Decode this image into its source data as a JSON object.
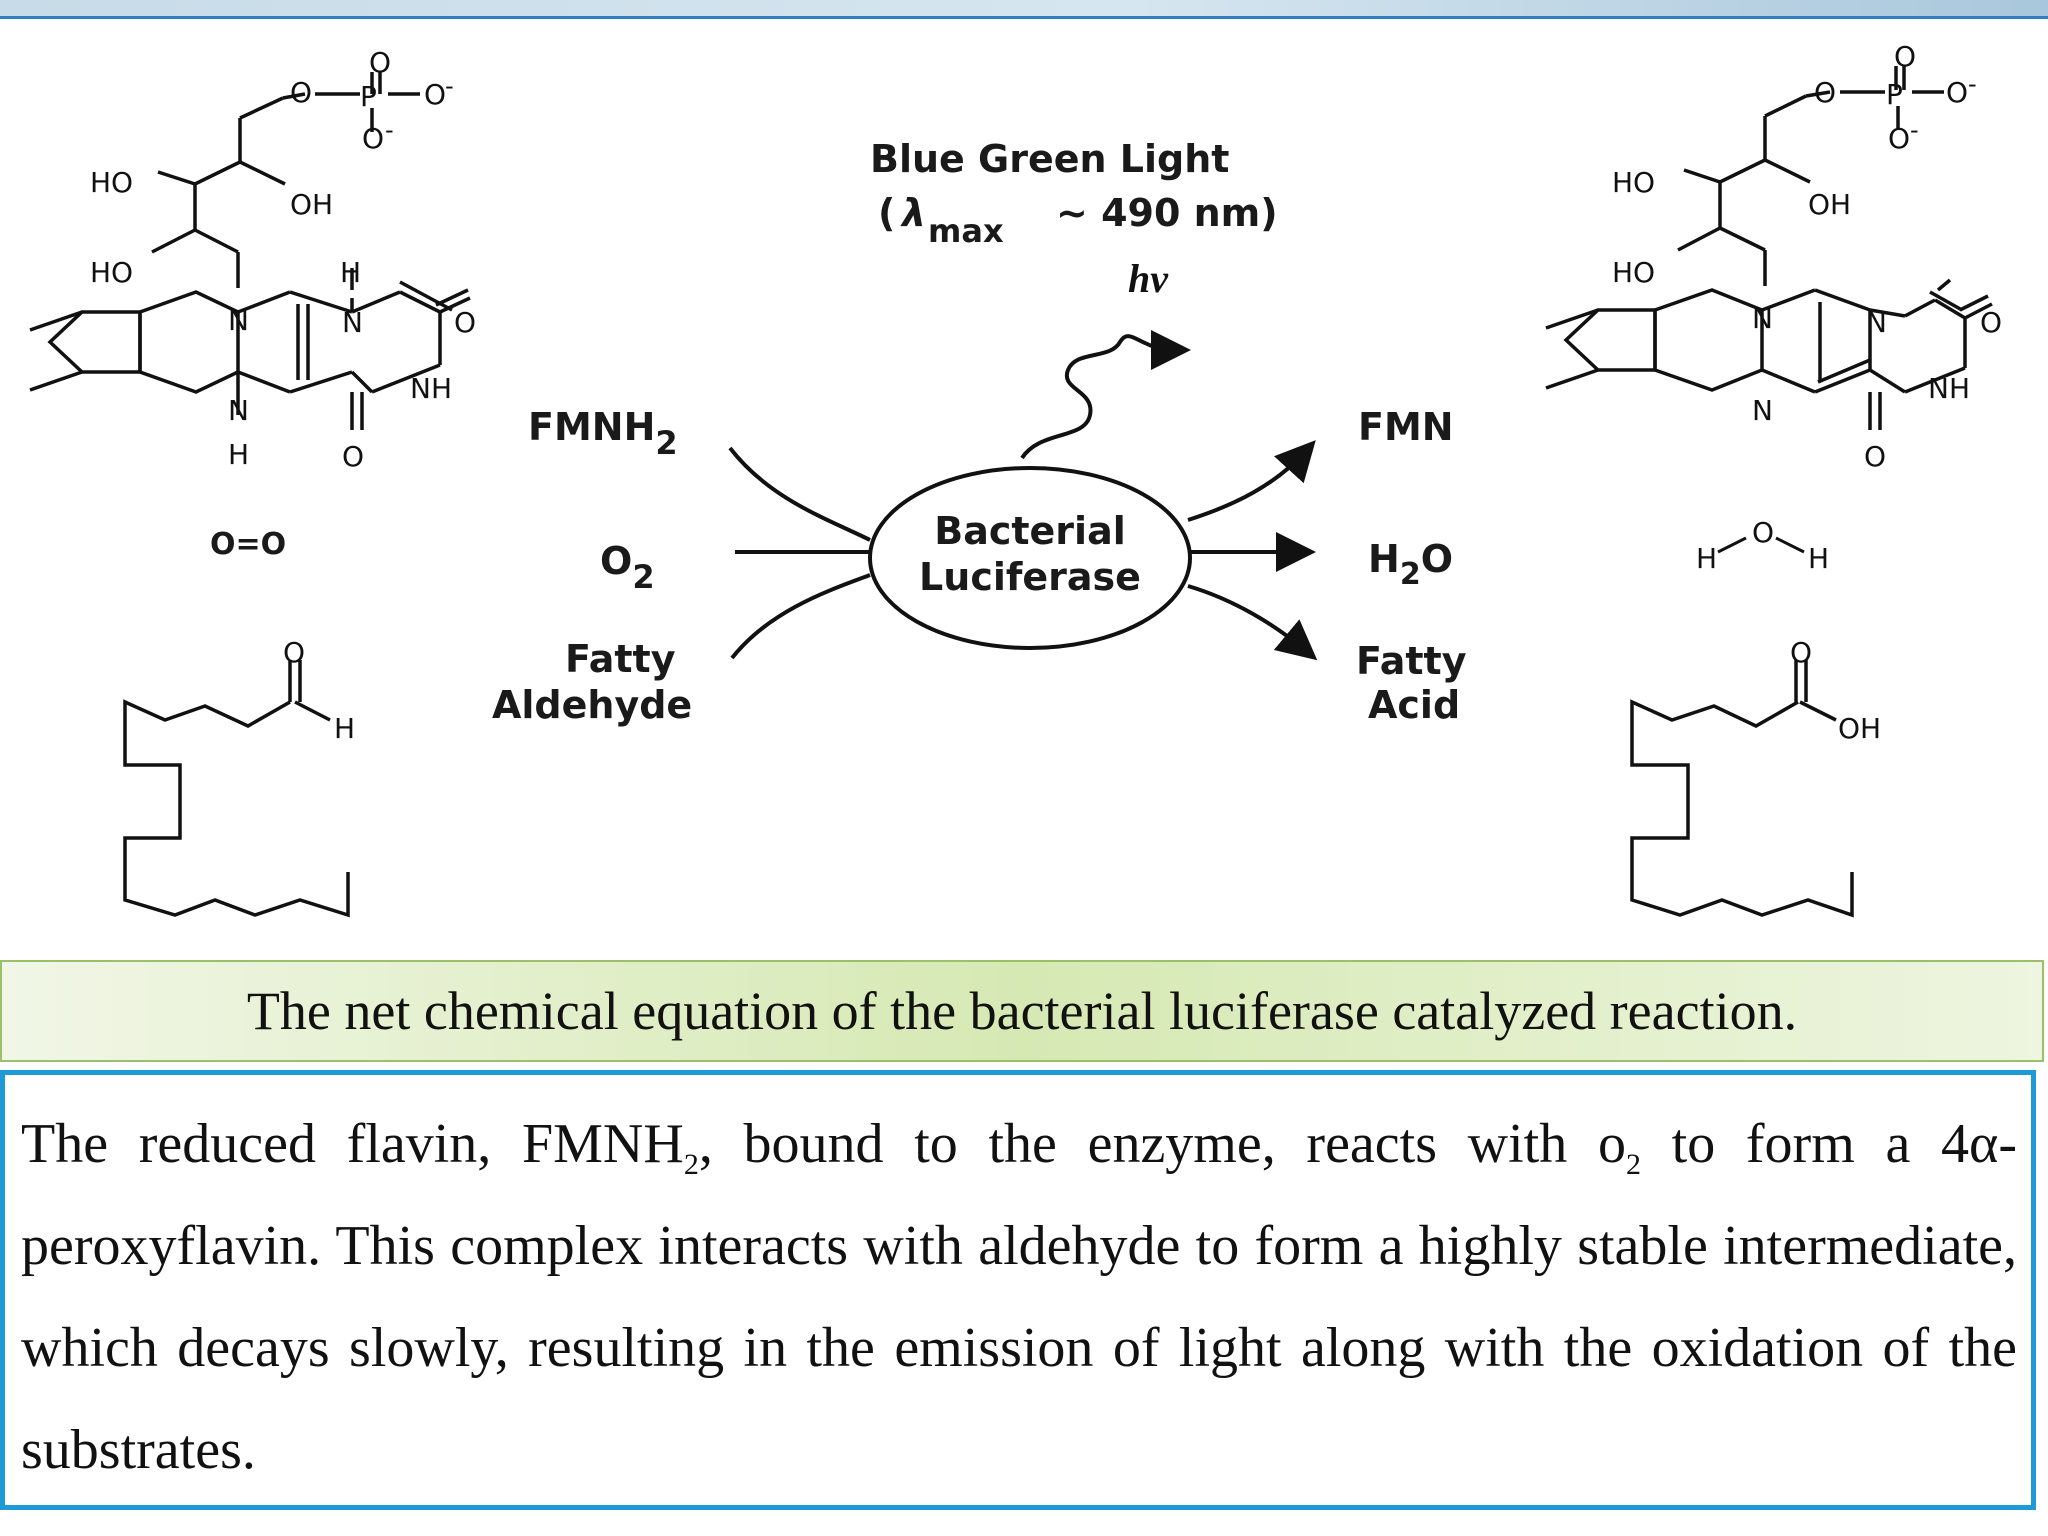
{
  "reaction": {
    "light_title": "Blue Green Light",
    "light_paren_open": "(",
    "light_lambda": "λ",
    "light_max": "max",
    "light_approx": "~ 490 nm)",
    "hv": "hv",
    "enzyme_line1": "Bacterial",
    "enzyme_line2": "Luciferase",
    "substrates": [
      {
        "base": "FMNH",
        "sub": "2"
      },
      {
        "base": "O",
        "sub": "2"
      },
      {
        "line1": "Fatty",
        "line2": "Aldehyde"
      }
    ],
    "products": [
      {
        "base": "FMN"
      },
      {
        "pre": "H",
        "sub": "2",
        "post": "O"
      },
      {
        "line1": "Fatty",
        "line2": "Acid"
      }
    ]
  },
  "structures": {
    "left_oxygen": "O=O",
    "right_water_h1": "H",
    "right_water_o": "O",
    "right_water_h2": "H",
    "atoms": {
      "O": "O",
      "P": "P",
      "minus": "-",
      "HO": "HO",
      "OH": "OH",
      "N": "N",
      "H": "H",
      "NH": "NH"
    }
  },
  "caption": "The net chemical equation of the bacterial luciferase catalyzed reaction.",
  "description": {
    "p1": "The reduced flavin, FMNH",
    "sub1": "2",
    "p2": ", bound to the enzyme, reacts with o",
    "sub2": "2",
    "p3": " to form a 4α-peroxyflavin. This complex interacts with aldehyde to form a highly stable intermediate, which decays slowly, resulting in the emission of light along with the oxidation of the substrates."
  },
  "colors": {
    "frame_blue": "#1e9ad6",
    "caption_green": "#d6e9b3"
  }
}
